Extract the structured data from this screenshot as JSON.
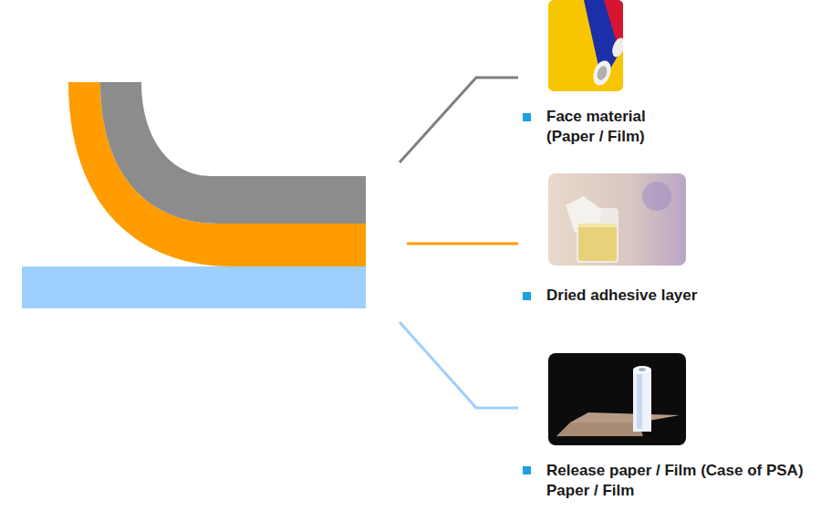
{
  "diagram": {
    "labels": [
      "Face material (Paper / Film)",
      "Dried adhesive layer",
      "Release paper / Film (Case of PSA) Paper / Film"
    ]
  }
}
